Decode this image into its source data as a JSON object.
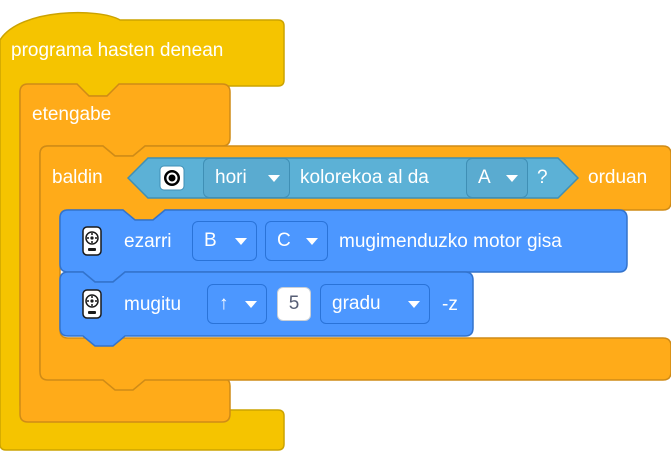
{
  "colors": {
    "event": "#f5c400",
    "control": "#ffab19",
    "sensing": "#5cb1d6",
    "motor": "#4c97ff"
  },
  "hat_block": {
    "label": "programa hasten denean"
  },
  "forever_block": {
    "label": "etengabe"
  },
  "if_block": {
    "label": "baldin",
    "suffix": "orduan",
    "condition": {
      "sensor_icon": "color-sensor-icon",
      "color_value": "hori",
      "text": "kolorekoa al da",
      "port_value": "A",
      "question": "?"
    }
  },
  "motor_set_block": {
    "icon": "motor-pair-icon",
    "label": "ezarri",
    "port1": "B",
    "port2": "C",
    "suffix": "mugimenduzko motor gisa"
  },
  "move_block": {
    "icon": "motor-pair-icon",
    "label": "mugitu",
    "direction": "↑",
    "amount": "5",
    "unit": "gradu",
    "suffix": "-z"
  }
}
